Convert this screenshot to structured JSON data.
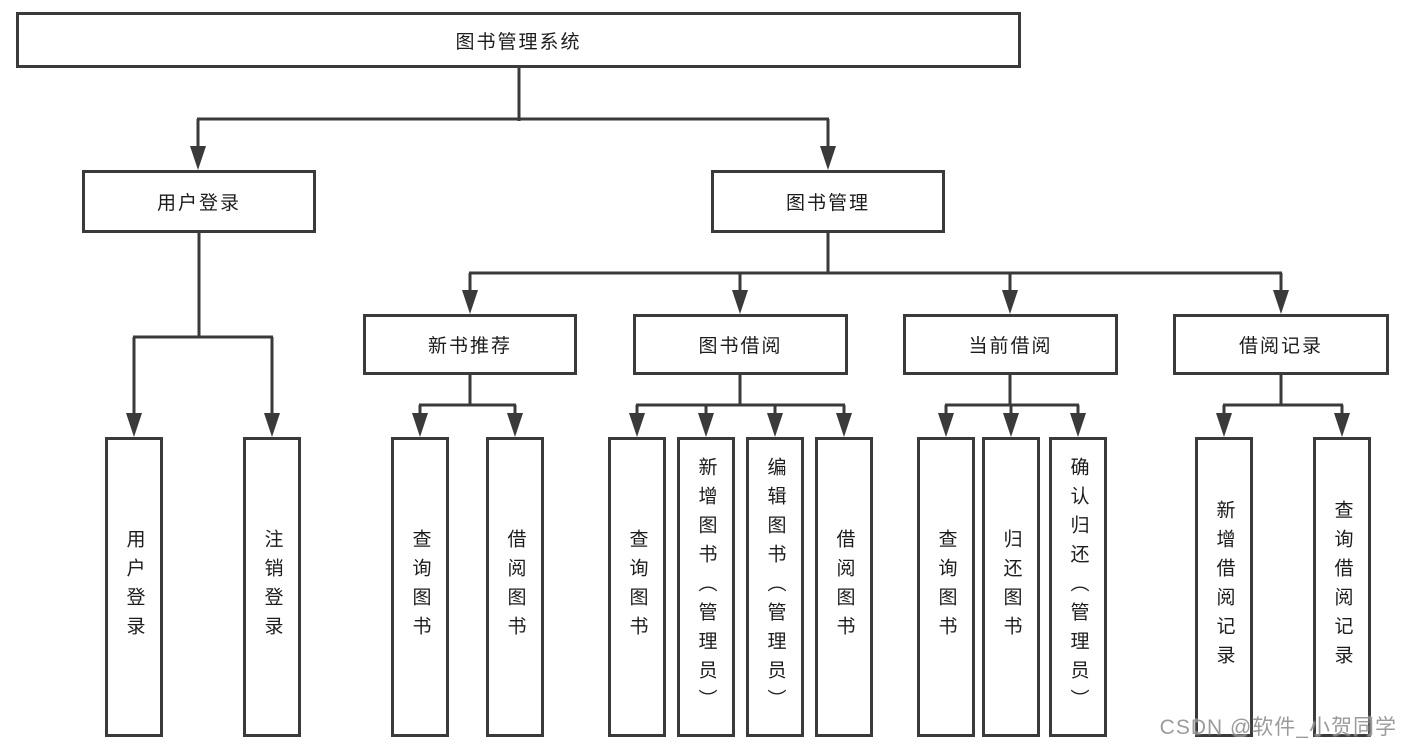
{
  "diagram": {
    "root": {
      "label": "图书管理系统"
    },
    "level2": [
      {
        "label": "用户登录",
        "children": [
          "用户登录",
          "注销登录"
        ]
      },
      {
        "label": "图书管理",
        "groups": [
          {
            "label": "新书推荐",
            "children": [
              "查询图书",
              "借阅图书"
            ]
          },
          {
            "label": "图书借阅",
            "children": [
              "查询图书",
              "新增图书（管理员）",
              "编辑图书（管理员）",
              "借阅图书"
            ]
          },
          {
            "label": "当前借阅",
            "children": [
              "查询图书",
              "归还图书",
              "确认归还（管理员）"
            ]
          },
          {
            "label": "借阅记录",
            "children": [
              "新增借阅记录",
              "查询借阅记录"
            ]
          }
        ]
      }
    ]
  },
  "watermark": {
    "text": "CSDN @软件_小贺同学"
  },
  "colors": {
    "line": "#3a3a3a",
    "text": "#1c1c1c",
    "watermark": "#828282",
    "background": "#ffffff"
  }
}
